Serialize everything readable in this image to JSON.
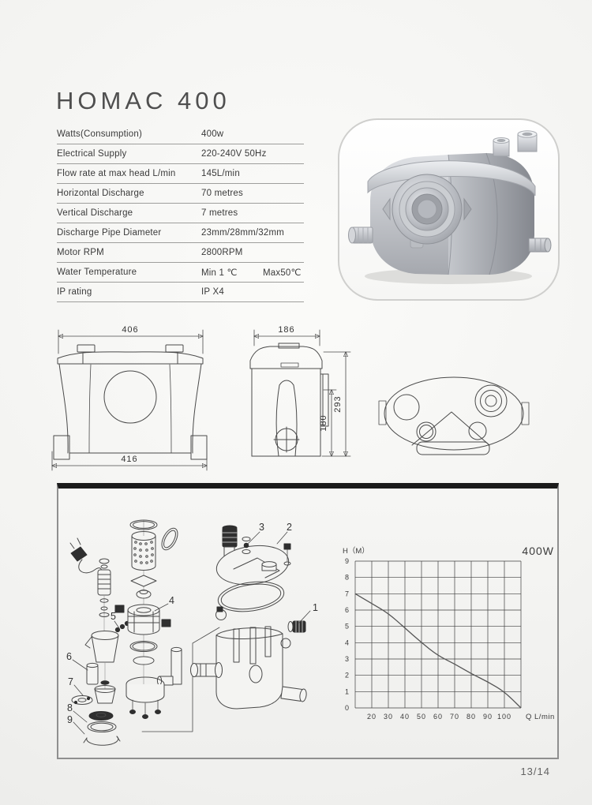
{
  "page": {
    "title": "HOMAC 400",
    "page_number": "13/14"
  },
  "spec_table": {
    "rows": [
      {
        "label": "Watts(Consumption)",
        "value": "400w",
        "value2": ""
      },
      {
        "label": "Electrical Supply",
        "value": "220-240V 50Hz",
        "value2": ""
      },
      {
        "label": "Flow rate at max head L/min",
        "value": "145L/min",
        "value2": ""
      },
      {
        "label": "Horizontal Discharge",
        "value": "70 metres",
        "value2": ""
      },
      {
        "label": "Vertical Discharge",
        "value": "7 metres",
        "value2": ""
      },
      {
        "label": "Discharge Pipe Diameter",
        "value": "23mm/28mm/32mm",
        "value2": ""
      },
      {
        "label": "Motor RPM",
        "value": "2800RPM",
        "value2": ""
      },
      {
        "label": "Water Temperature",
        "value": "Min 1 ℃",
        "value2": "Max50℃"
      },
      {
        "label": "IP rating",
        "value": "IP X4",
        "value2": ""
      }
    ]
  },
  "dimension_drawings": {
    "front_view": {
      "top_width": "406",
      "base_width": "416"
    },
    "side_view": {
      "top_width": "186",
      "overall_height": "293",
      "outlet_height": "180"
    }
  },
  "exploded_view": {
    "part_numbers": [
      "1",
      "2",
      "3",
      "4",
      "5",
      "6",
      "7",
      "8",
      "9"
    ]
  },
  "chart_data": {
    "type": "line",
    "title": "400W",
    "ylabel": "H（M）",
    "xlabel": "Q L/min",
    "xlim": [
      10,
      110
    ],
    "ylim": [
      0,
      9
    ],
    "x_tick_values": [
      20,
      30,
      40,
      50,
      60,
      70,
      80,
      90,
      100
    ],
    "y_tick_values": [
      0,
      1,
      2,
      3,
      4,
      5,
      6,
      7,
      8,
      9
    ],
    "grid": true,
    "legend_position": "none",
    "series": [
      {
        "name": "400W head-flow curve",
        "x": [
          10,
          20,
          30,
          40,
          50,
          60,
          70,
          80,
          90,
          100,
          110
        ],
        "h_m": [
          7.0,
          6.4,
          5.8,
          4.9,
          4.0,
          3.2,
          2.7,
          2.1,
          1.6,
          1.0,
          0.0
        ]
      }
    ]
  }
}
